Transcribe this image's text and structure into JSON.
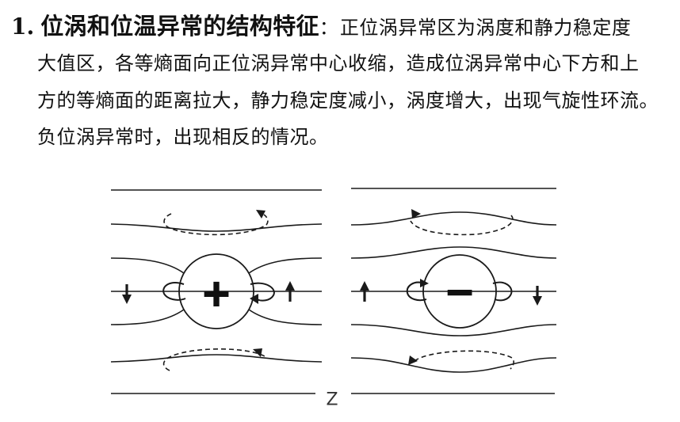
{
  "paragraph": {
    "number": "1.",
    "heading": "位涡和位温异常的结构特征",
    "colon": "：",
    "lines": [
      "正位涡异常区为涡度和静力稳定度",
      "大值区，各等熵面向正位涡异常中心收缩，造成位涡异常中心下方和上",
      "方的等熵面的距离拉大，静力稳定度减小，涡度增大，出现气旋性环流。",
      "负位涡异常时，出现相反的情况。"
    ]
  },
  "diagram": {
    "positive_sign": "+",
    "negative_sign": "−",
    "axis_label": "Z"
  }
}
